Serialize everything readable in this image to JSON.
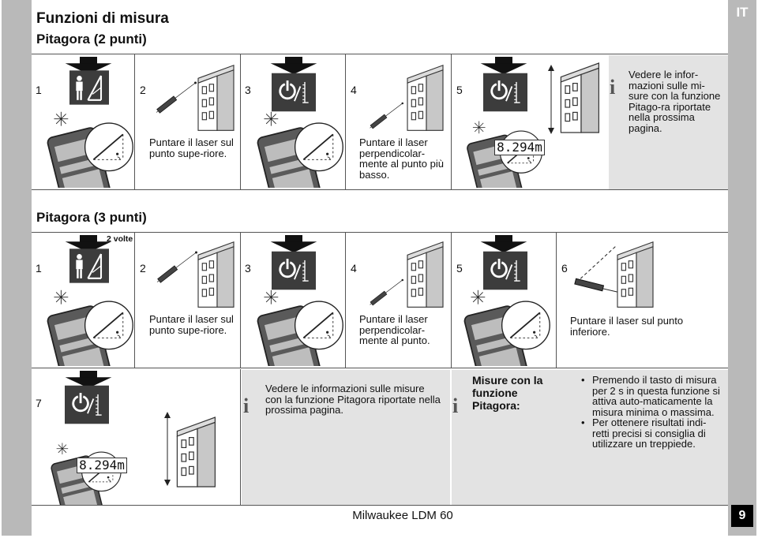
{
  "header": {
    "title": "Funzioni di misura",
    "lang": "IT"
  },
  "sec1": {
    "title": "Pitagora (2 punti)",
    "steps": [
      "1",
      "2",
      "3",
      "4",
      "5"
    ],
    "captions": {
      "s2": "Puntare il laser sul punto supe-riore.",
      "s4": "Puntare il laser perpendicolar-mente al punto più basso."
    },
    "display": "8.294m",
    "note": "Vedere le infor-mazioni sulle mi-sure con la funzione Pitago-ra riportate nella prossima pagina."
  },
  "sec2": {
    "title": "Pitagora (3 punti)",
    "press_twice": "2 volte",
    "steps": [
      "1",
      "2",
      "3",
      "4",
      "5",
      "6"
    ],
    "captions": {
      "s2": "Puntare il laser sul punto supe-riore.",
      "s4": "Puntare il laser perpendicolar-mente al punto.",
      "s6": "Puntare il laser sul punto inferiore."
    }
  },
  "sec3": {
    "step": "7",
    "display": "8.294m",
    "note": "Vedere le informazioni sulle misure con la funzione Pitagora riportate nella prossima pagina.",
    "panel_title": "Misure con la funzione Pitagora:",
    "tips": [
      "Premendo il tasto di misura per 2 s in questa funzione si attiva auto-maticamente la misura minima o massima.",
      "Per ottenere risultati indi-retti precisi si consiglia di utilizzare un treppiede."
    ]
  },
  "footer": {
    "product": "Milwaukee LDM 60",
    "page": "9"
  },
  "icons": [
    "arrow-down-icon",
    "pythagoras-mode-icon",
    "measure-key-icon",
    "laser-device-icon",
    "building-icon",
    "info-icon"
  ],
  "colors": {
    "side_bars": "#b9b9b9",
    "note_bg": "#e3e3e3",
    "ink": "#111111"
  }
}
